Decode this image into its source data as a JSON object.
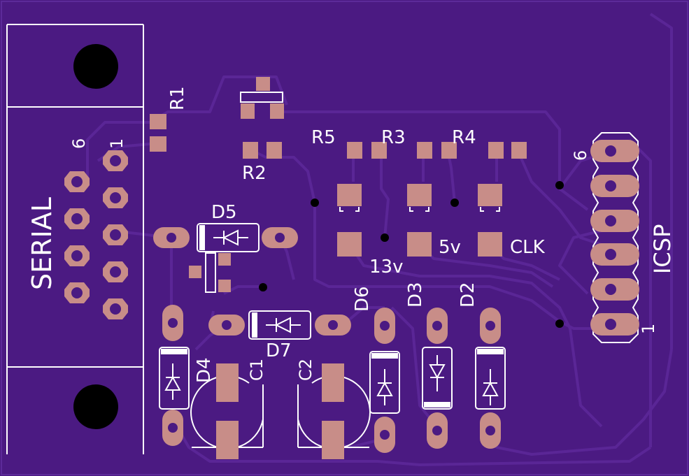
{
  "colors": {
    "board": "#4b1a82",
    "trace": "#5a2696",
    "pad": "#c88d88",
    "silk": "#ffffff",
    "hole": "#000000"
  },
  "connectors": {
    "serial_label": "SERIAL",
    "serial_pin_first": "1",
    "serial_pin_last": "6",
    "icsp_label": "ICSP",
    "icsp_pin_first": "1",
    "icsp_pin_last": "6"
  },
  "resistors": {
    "r1": "R1",
    "r2": "R2",
    "r3": "R3",
    "r4": "R4",
    "r5": "R5"
  },
  "diodes": {
    "d2": "D2",
    "d3": "D3",
    "d4": "D4",
    "d5": "D5",
    "d6": "D6",
    "d7": "D7"
  },
  "capacitors": {
    "c1": "C1",
    "c2": "C2"
  },
  "leds": {
    "vpp": "13v",
    "vdd": "5v",
    "clk": "CLK"
  }
}
